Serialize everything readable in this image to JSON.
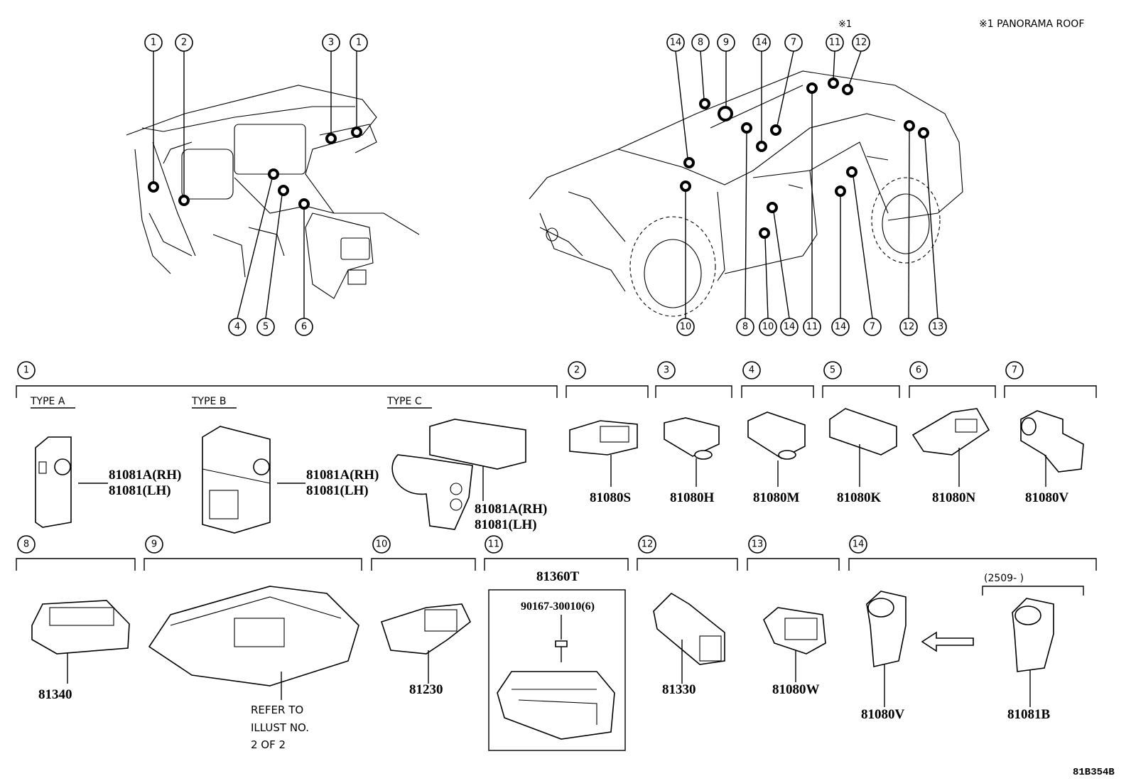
{
  "notes": {
    "panorama_roof": "※1 PANORAMA ROOF",
    "marker_1": "※1",
    "illustration_code": "81B354B"
  },
  "interior_callouts": [
    "1",
    "2",
    "3",
    "1",
    "4",
    "5",
    "6"
  ],
  "exterior_callouts": {
    "top": [
      "14",
      "8",
      "9",
      "14",
      "7",
      "11",
      "12"
    ],
    "bottom": [
      "10",
      "8",
      "10",
      "14",
      "11",
      "14",
      "7",
      "12",
      "13"
    ]
  },
  "sections": [
    {
      "num": "1",
      "types": [
        {
          "label": "TYPE A",
          "parts": [
            "81081A(RH)",
            "81081(LH)"
          ]
        },
        {
          "label": "TYPE B",
          "parts": [
            "81081A(RH)",
            "81081(LH)"
          ]
        },
        {
          "label": "TYPE C",
          "parts": [
            "81081A(RH)",
            "81081(LH)"
          ]
        }
      ]
    },
    {
      "num": "2",
      "part": "81080S"
    },
    {
      "num": "3",
      "part": "81080H"
    },
    {
      "num": "4",
      "part": "81080M"
    },
    {
      "num": "5",
      "part": "81080K"
    },
    {
      "num": "6",
      "part": "81080N"
    },
    {
      "num": "7",
      "part": "81080V"
    },
    {
      "num": "8",
      "part": "81340"
    },
    {
      "num": "9",
      "refer": [
        "REFER TO",
        "ILLUST NO.",
        "2 OF 2"
      ]
    },
    {
      "num": "10",
      "part": "81230"
    },
    {
      "num": "11",
      "part": "81360T",
      "sub_part": "90167-30010(6)"
    },
    {
      "num": "12",
      "part": "81330"
    },
    {
      "num": "13",
      "part": "81080W"
    },
    {
      "num": "14",
      "parts": [
        "81080V",
        "81081B"
      ],
      "date_range": "(2509-      )"
    }
  ]
}
